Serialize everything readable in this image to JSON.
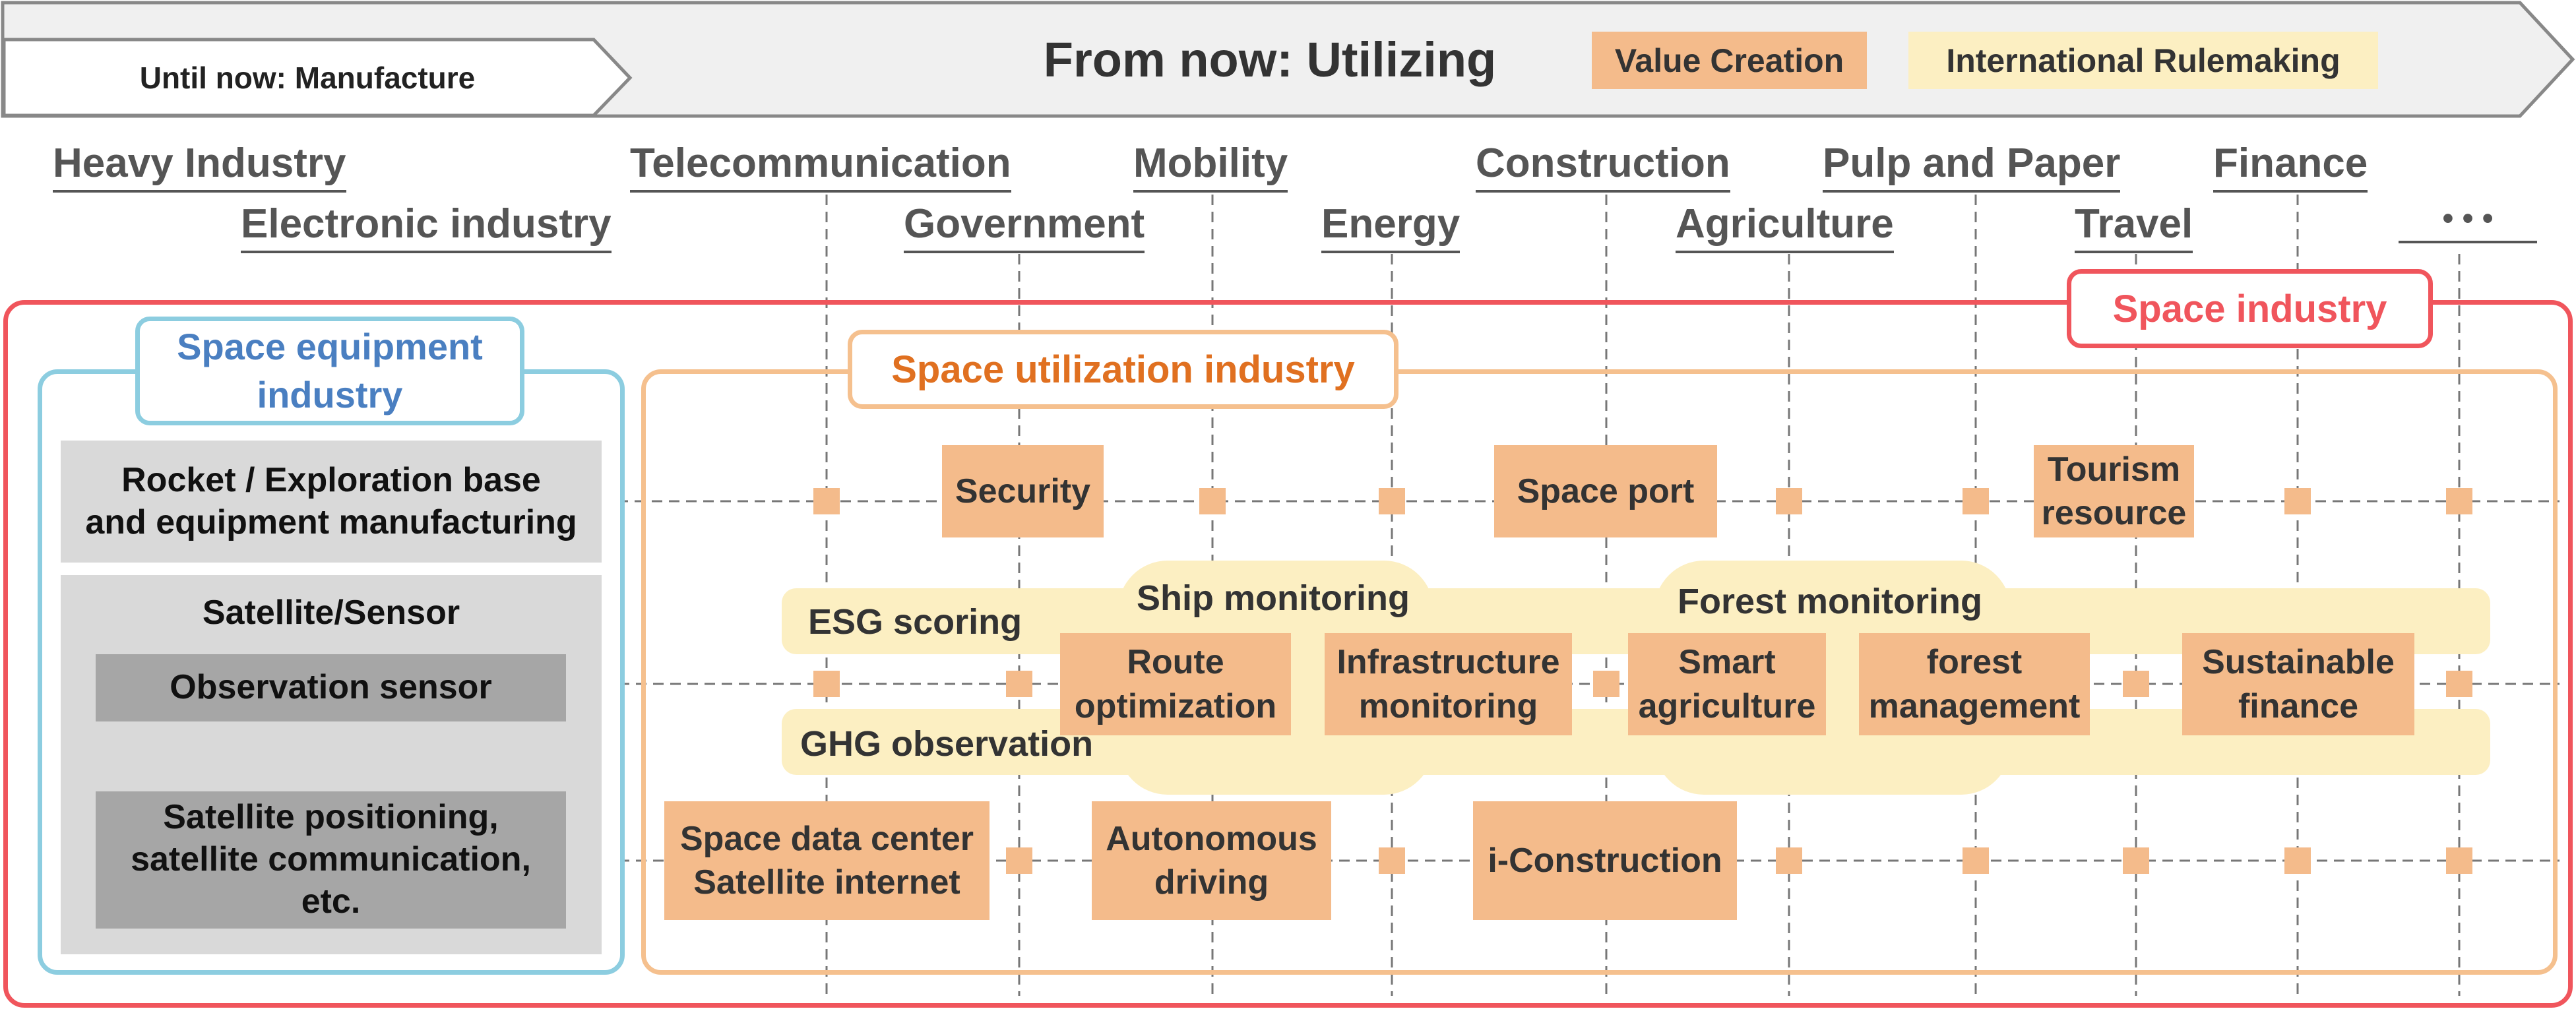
{
  "banner": {
    "until_now": "Until now: Manufacture",
    "from_now": "From now: Utilizing",
    "legend_value_creation": "Value Creation",
    "legend_rulemaking": "International Rulemaking"
  },
  "industries_row1": [
    "Heavy Industry",
    "Telecommunication",
    "Mobility",
    "Construction",
    "Pulp and Paper",
    "Finance"
  ],
  "industries_row2": [
    "Electronic industry",
    "Government",
    "Energy",
    "Agriculture",
    "Travel",
    "• • •"
  ],
  "space_industry": {
    "title": "Space industry",
    "equipment": {
      "title": "Space equipment\nindustry",
      "rocket": "Rocket / Exploration base\nand equipment manufacturing",
      "satellite_sensor": "Satellite/Sensor",
      "observation_sensor": "Observation sensor",
      "positioning": "Satellite positioning,\nsatellite communication,\netc."
    },
    "utilization": {
      "title": "Space utilization industry",
      "value_creation": {
        "security": "Security",
        "space_port": "Space port",
        "tourism": "Tourism\nresource",
        "route": "Route\noptimization",
        "infrastructure": "Infrastructure\nmonitoring",
        "smart_agri": "Smart\nagriculture",
        "forest_mgmt": "forest\nmanagement",
        "sustainable_fin": "Sustainable\nfinance",
        "data_center": "Space data center\nSatellite internet",
        "autonomous": "Autonomous\ndriving",
        "iconstruction": "i-Construction"
      },
      "rulemaking": {
        "esg": "ESG scoring",
        "ship": "Ship monitoring",
        "forest": "Forest monitoring",
        "ghg": "GHG observation"
      }
    }
  },
  "colors": {
    "orange_box": "#f4bb8b",
    "yellow_band": "#fcefc2",
    "red_frame": "#f0555c",
    "blue_frame": "#8ccde0",
    "orange_frame": "#f5c08e",
    "gray_light": "#d9d9d9",
    "gray_dark": "#a6a6a6"
  }
}
